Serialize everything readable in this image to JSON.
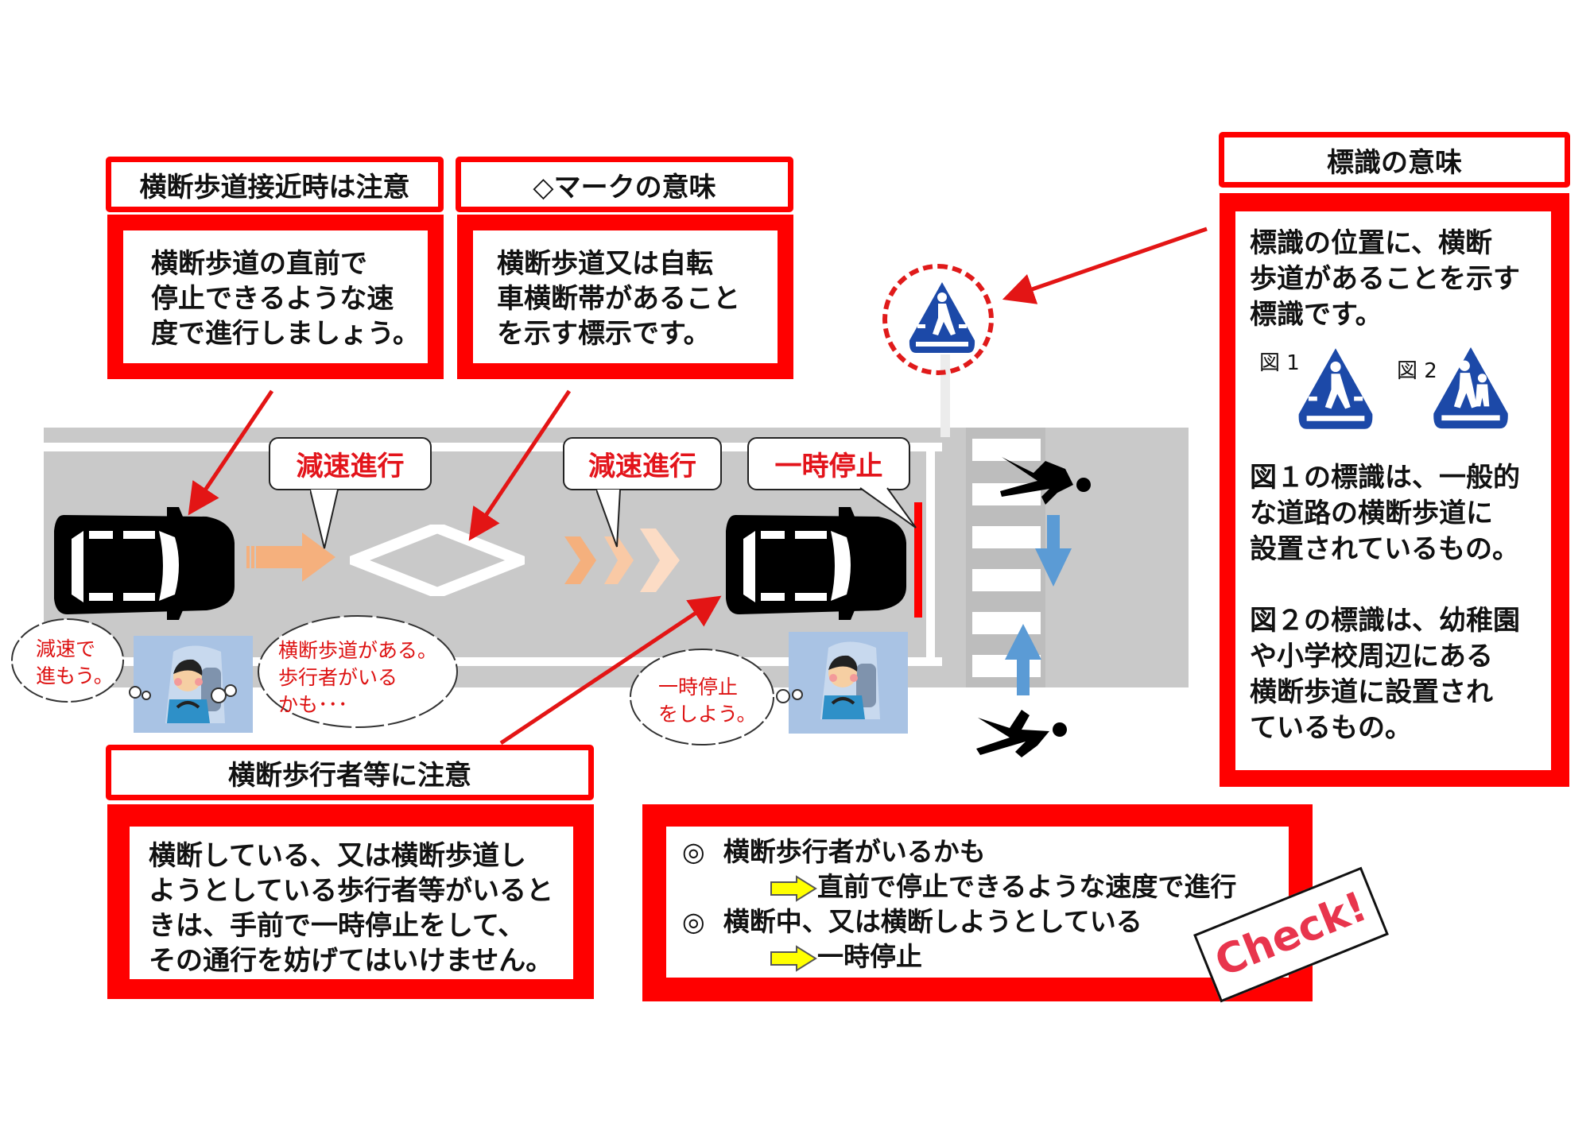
{
  "boxes": {
    "approach": {
      "title": "横断歩道接近時は注意",
      "lines": [
        "横断歩道の直前で",
        "停止できるような速",
        "度で進行しましょう。"
      ]
    },
    "diamond": {
      "title": "◇マークの意味",
      "lines": [
        "横断歩道又は自転",
        "車横断帯があること",
        "を示す標示です。"
      ]
    },
    "sign": {
      "title": "標識の意味",
      "intro_lines": [
        "標識の位置に、横断",
        "歩道があることを示す",
        "標識です。"
      ],
      "fig1_label": "図 1",
      "fig2_label": "図 2",
      "fig1_lines": [
        "図１の標識は、一般的",
        "な道路の横断歩道に",
        "設置されているもの。"
      ],
      "fig2_lines": [
        "図２の標識は、幼稚園",
        "や小学校周辺にある",
        "横断歩道に設置され",
        "ているもの。"
      ]
    },
    "pedestrian": {
      "title": "横断歩行者等に注意",
      "lines": [
        "横断している、又は横断歩道し",
        "ようとしている歩行者等がいると",
        "きは、手前で一時停止をして、",
        "その通行を妨げてはいけません。"
      ]
    },
    "check": {
      "bullet": "◎",
      "items": [
        {
          "condition": "横断歩行者がいるかも",
          "action": "直前で停止できるような速度で進行"
        },
        {
          "condition": "横断中、又は横断しようとしている",
          "action": "一時停止"
        }
      ],
      "stamp": "Check!"
    }
  },
  "road": {
    "speech_slow_1": "減速進行",
    "speech_slow_2": "減速進行",
    "speech_stop": "一時停止",
    "thought_1": [
      "減速で",
      "進もう。"
    ],
    "thought_2": [
      "横断歩道がある。",
      "歩行者がいる",
      "かも･･･"
    ],
    "thought_3": [
      "一時停止",
      "をしよう。"
    ]
  },
  "colors": {
    "frame_red": "#ff0000",
    "road_gray": "#c9c9c9",
    "sign_blue": "#1c49a8",
    "arrow_orange": "#f5b07d",
    "arrow_blue": "#5b9bd5",
    "arrow_yellow": "#ffff00",
    "text_red": "#e3141b"
  }
}
